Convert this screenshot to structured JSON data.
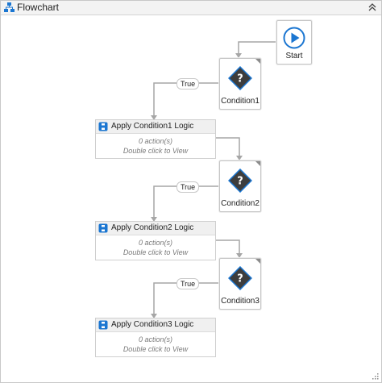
{
  "header": {
    "title": "Flowchart"
  },
  "start": {
    "label": "Start"
  },
  "conditions": [
    {
      "label": "Condition1"
    },
    {
      "label": "Condition2"
    },
    {
      "label": "Condition3"
    }
  ],
  "sequences": [
    {
      "title": "Apply Condition1 Logic",
      "actions": "0 action(s)",
      "hint": "Double click to View"
    },
    {
      "title": "Apply Condition2 Logic",
      "actions": "0 action(s)",
      "hint": "Double click to View"
    },
    {
      "title": "Apply Condition3 Logic",
      "actions": "0 action(s)",
      "hint": "Double click to View"
    }
  ],
  "connectors": [
    {
      "label": "True"
    },
    {
      "label": "True"
    },
    {
      "label": "True"
    }
  ],
  "colors": {
    "accent": "#1b76d1",
    "decision": "#3d3d3d",
    "wire": "#a6a6a6"
  }
}
